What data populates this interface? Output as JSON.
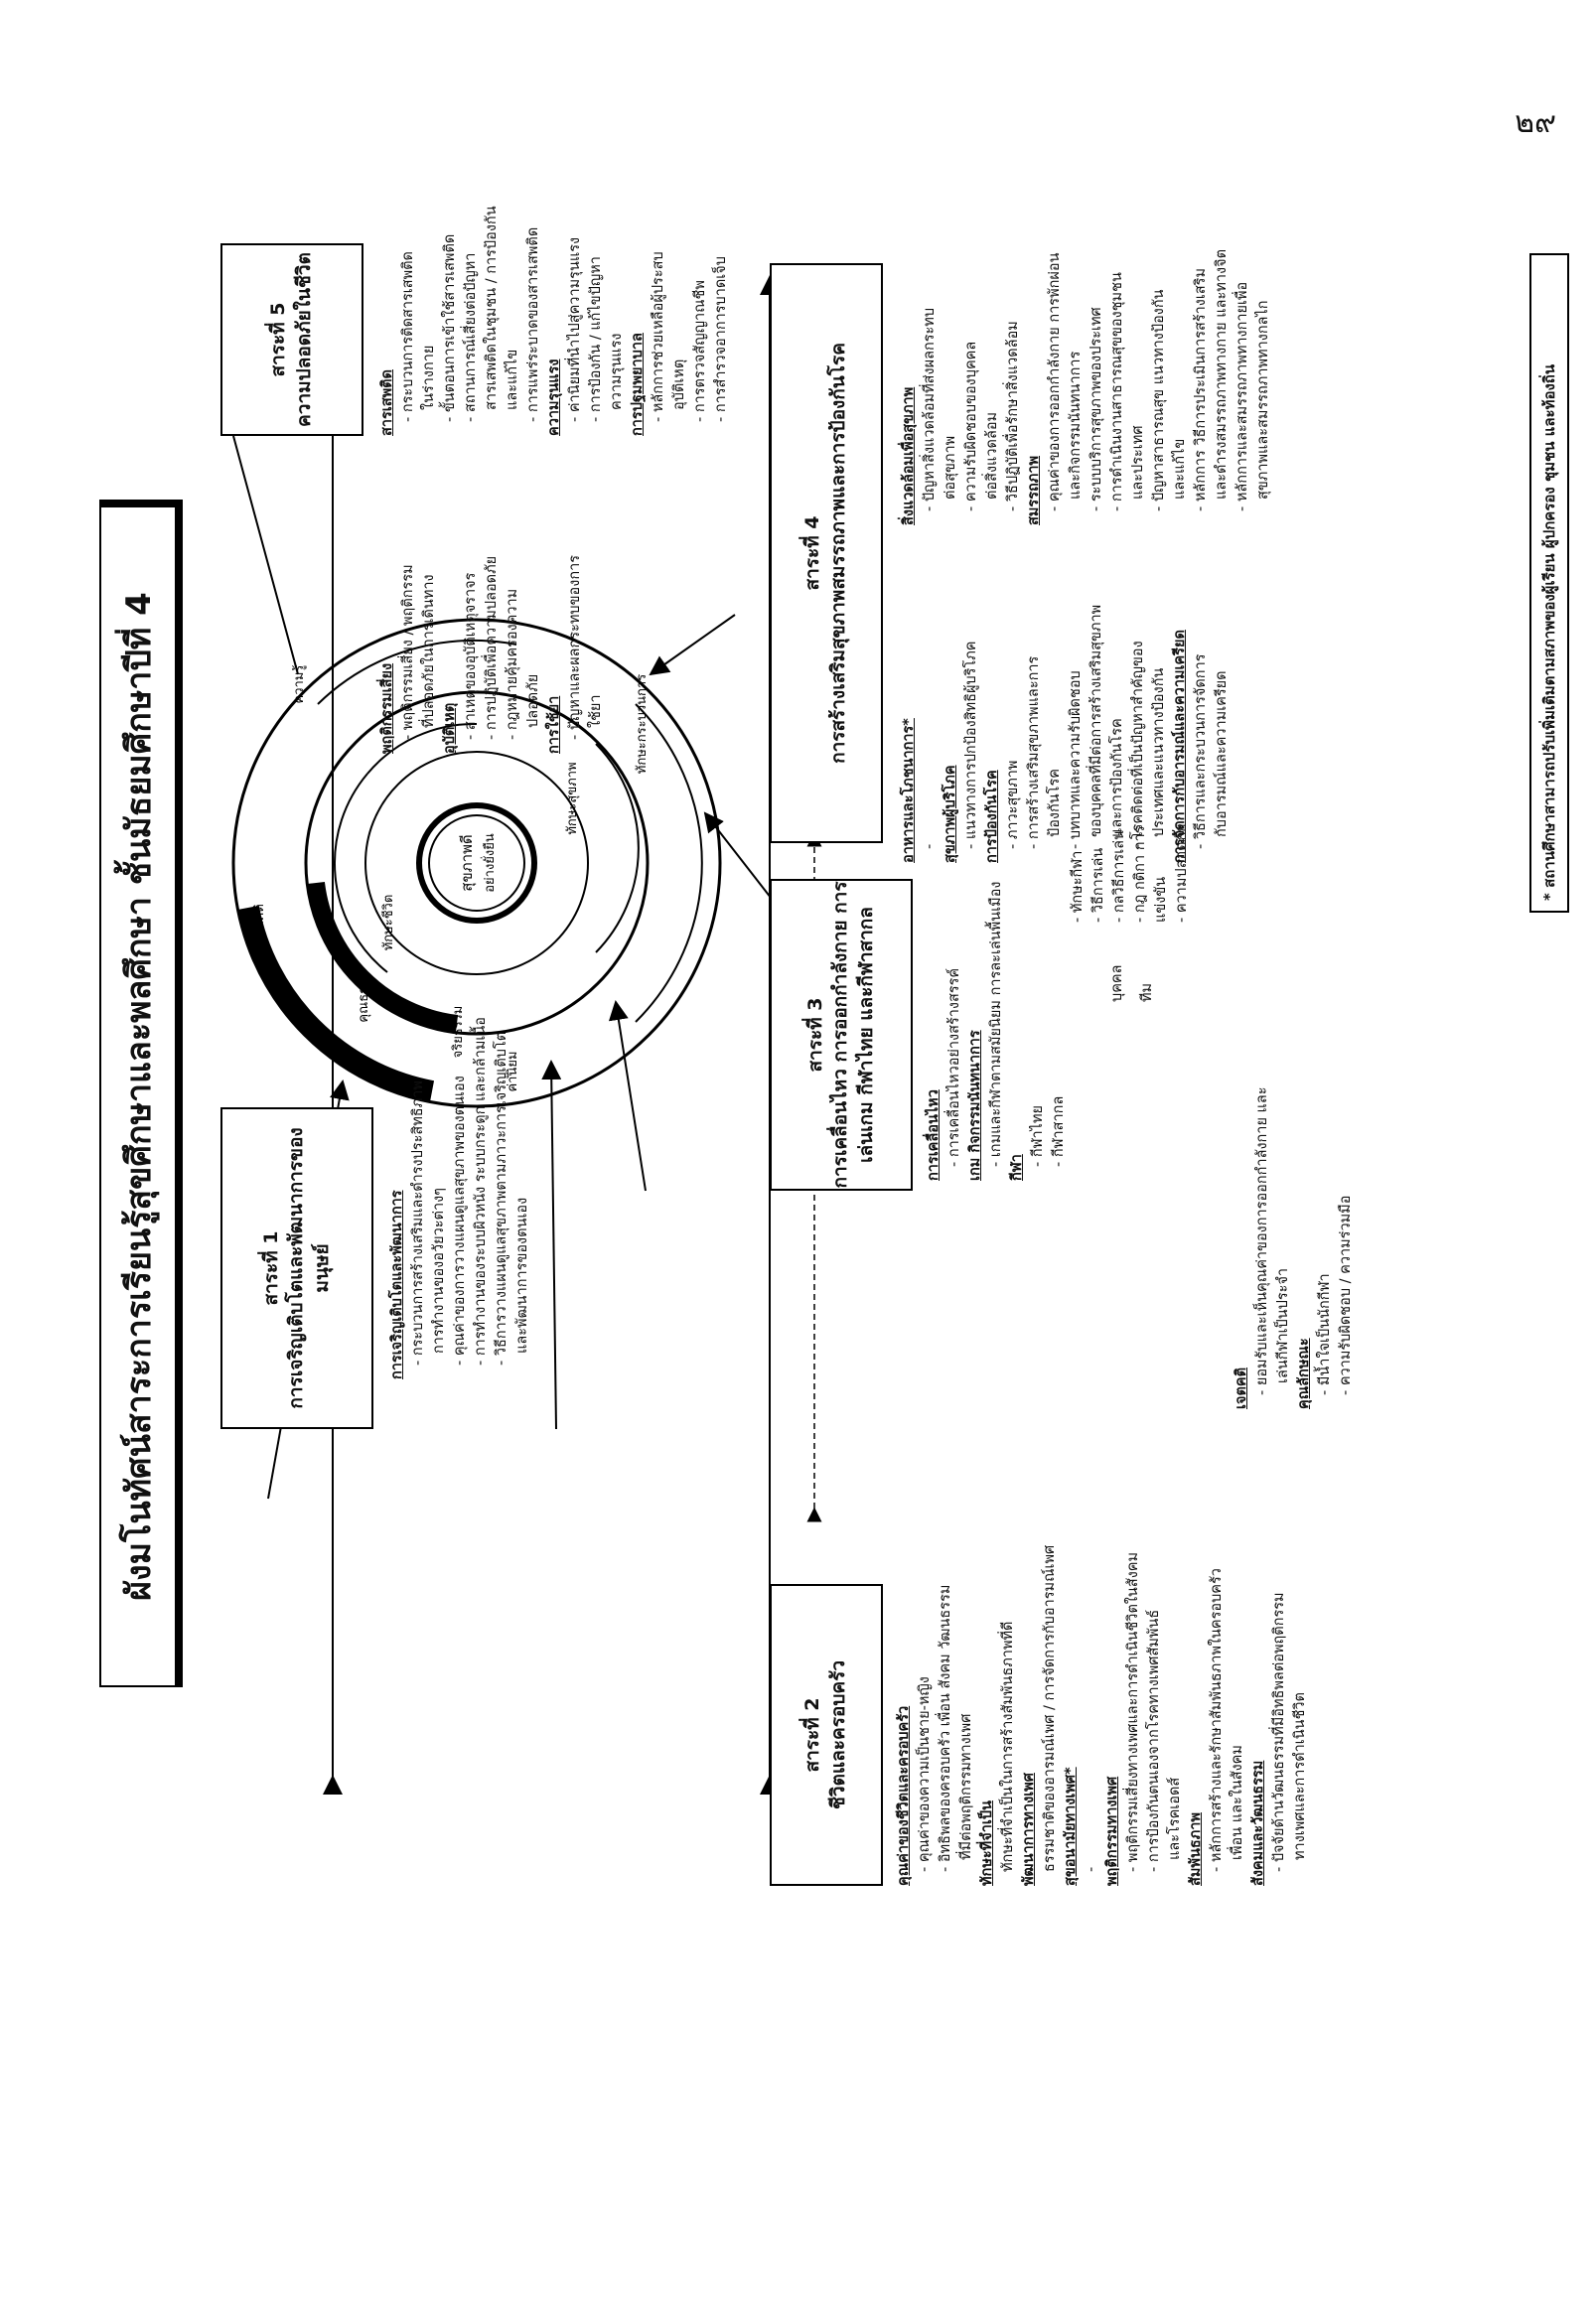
{
  "page_number": "๒๙",
  "title": "ผังมโนทัศน์สาระการเรียนรู้สุขศึกษาและพลศึกษา   ชั้นมัธยมศึกษาปีที่ 4",
  "center": {
    "core_l1": "สุขภาพดี",
    "core_l2": "อย่างยั่งยืน",
    "ring_inner": [
      "ทักษะชีวิต",
      "ทักษะสุขภาพ"
    ],
    "ring_mid": [
      "คุณธรรม",
      "จริยธรรม",
      "ทักษะกระบวนการ"
    ],
    "ring_outer": [
      "เจตคติ",
      "ค่านิยม",
      "ความรู้"
    ]
  },
  "strands": {
    "s1": {
      "num": "สาระที่ 1",
      "name": "การเจริญเติบโตและพัฒนาการของมนุษย์"
    },
    "s2": {
      "num": "สาระที่ 2",
      "name": "ชีวิตและครอบครัว"
    },
    "s3": {
      "num": "สาระที่ 3",
      "name": "การเคลื่อนไหว การออกกำลังกาย การเล่นเกม  กีฬาไทย  และกีฬาสากล"
    },
    "s4": {
      "num": "สาระที่ 4",
      "name": "การสร้างเสริมสุขภาพสมรรถภาพและการป้องกันโรค"
    },
    "s5": {
      "num": "สาระที่ 5",
      "name": "ความปลอดภัยในชีวิต"
    }
  },
  "lists": {
    "s1": [
      {
        "t": "h",
        "v": "การเจริญเติบโตและพัฒนาการ"
      },
      {
        "t": "i",
        "v": "- กระบวนการสร้างเสริมและดำรงประสิทธิภาพ"
      },
      {
        "t": "i2",
        "v": "การทำงานของอวัยวะต่างๆ"
      },
      {
        "t": "i",
        "v": "- คุณค่าของการวางแผนดูแลสุขภาพของตนเอง"
      },
      {
        "t": "i",
        "v": "- การทำงานของระบบผิวหนัง  ระบบกระดูก และกล้ามเนื้อ"
      },
      {
        "t": "i",
        "v": "- วิธีการวางแผนดูแลสุขภาพตามภาวะการเจริญเติบโต"
      },
      {
        "t": "i2",
        "v": "และพัฒนาการของตนเอง"
      }
    ],
    "s2": [
      {
        "t": "h",
        "v": "คุณค่าของชีวิตและครอบครัว"
      },
      {
        "t": "i",
        "v": "- คุณค่าของความเป็นชาย-หญิง"
      },
      {
        "t": "i",
        "v": "- อิทธิพลของครอบครัว เพื่อน สังคม วัฒนธรรม"
      },
      {
        "t": "i2",
        "v": "ที่มีต่อพฤติกรรมทางเพศ"
      },
      {
        "t": "h",
        "v": "ทักษะที่จำเป็น"
      },
      {
        "t": "i",
        "v": "ทักษะที่จำเป็นในการสร้างสัมพันธภาพที่ดี"
      },
      {
        "t": "h",
        "v": "พัฒนาการทางเพศ"
      },
      {
        "t": "i",
        "v": "ธรรมชาติของอารมณ์เพศ / การจัดการกับอารมณ์เพศ"
      },
      {
        "t": "h",
        "v": "สุขอนามัยทางเพศ*"
      },
      {
        "t": "i",
        "v": "-"
      },
      {
        "t": "h",
        "v": "พฤติกรรมทางเพศ"
      },
      {
        "t": "i",
        "v": "- พฤติกรรมเสี่ยงทางเพศและการดำเนินชีวิตในสังคม"
      },
      {
        "t": "i",
        "v": "- การป้องกันตนเองจากโรคทางเพศสัมพันธ์"
      },
      {
        "t": "i2",
        "v": "และโรคเอดส์"
      },
      {
        "t": "h",
        "v": "สัมพันธภาพ"
      },
      {
        "t": "i",
        "v": "- หลักการสร้างและรักษาสัมพันธภาพในครอบครัว"
      },
      {
        "t": "i2",
        "v": "เพื่อน และในสังคม"
      },
      {
        "t": "h",
        "v": "สังคมและวัฒนธรรม"
      },
      {
        "t": "i",
        "v": "- ปัจจัยด้านวัฒนธรรมที่มีอิทธิพลต่อพฤติกรรม"
      },
      {
        "t": "i2",
        "v": "ทางเพศและการดำเนินชีวิต"
      }
    ],
    "s3a": [
      {
        "t": "h",
        "v": "การเคลื่อนไหว"
      },
      {
        "t": "i",
        "v": "- การเคลื่อนไหวอย่างสร้างสรรค์"
      },
      {
        "t": "h",
        "v": "เกม กิจกรรมนันทนาการ"
      },
      {
        "t": "i",
        "v": "- เกมและกีฬาตามสมัยนิยม  การละเล่นพื้นเมือง"
      },
      {
        "t": "h",
        "v": "กีฬา"
      },
      {
        "t": "i",
        "v": "- กีฬาไทย"
      },
      {
        "t": "i",
        "v": "- กีฬาสากล"
      }
    ],
    "s3b": [
      {
        "t": "h",
        "v": "เจตคติ"
      },
      {
        "t": "i",
        "v": "- ยอมรับและเห็นคุณค่าของการออกกำลังกาย  และ"
      },
      {
        "t": "i2",
        "v": "เล่นกีฬาเป็นประจำ"
      },
      {
        "t": "h",
        "v": "คุณลักษณะ"
      },
      {
        "t": "i",
        "v": "- มีน้ำใจเป็นนักกีฬา"
      },
      {
        "t": "i",
        "v": "- ความรับผิดชอบ / ความร่วมมือ"
      }
    ],
    "sports": {
      "individual": "บุคคล",
      "team": "ทีม",
      "items": [
        "- ทักษะกีฬา",
        "- วิธีการเล่น",
        "- กลวิธีการเล่น",
        "- กฎ กติกา การแข่งขัน",
        "- ความปลอดภัย"
      ]
    },
    "s4a": [
      {
        "t": "h",
        "v": "อาหารและโภชนาการ*"
      },
      {
        "t": "i",
        "v": "-"
      },
      {
        "t": "h",
        "v": "สุขภาพผู้บริโภค"
      },
      {
        "t": "i",
        "v": "- แนวทางการปกป้องสิทธิผู้บริโภค"
      },
      {
        "t": "h",
        "v": "การป้องกันโรค"
      },
      {
        "t": "i",
        "v": "- ภาวะสุขภาพ"
      },
      {
        "t": "i",
        "v": "- การสร้างเสริมสุขภาพและการ"
      },
      {
        "t": "i2",
        "v": "ป้องกันโรค"
      },
      {
        "t": "i",
        "v": "- บทบาทและความรับผิดชอบ"
      },
      {
        "t": "i2",
        "v": "ของบุคคลที่มีต่อการสร้างเสริมสุขภาพ"
      },
      {
        "t": "i2",
        "v": "และการป้องกันโรค"
      },
      {
        "t": "i",
        "v": "- โรคติดต่อที่เป็นปัญหาสำคัญของ"
      },
      {
        "t": "i2",
        "v": "ประเทศและแนวทางป้องกัน"
      },
      {
        "t": "h",
        "v": "การจัดการกับอารมณ์และความเครียด"
      },
      {
        "t": "i",
        "v": "- วิธีการและกระบวนการจัดการ"
      },
      {
        "t": "i2",
        "v": "กับอารมณ์และความเครียด"
      }
    ],
    "s4b": [
      {
        "t": "h",
        "v": "สิ่งแวดล้อมเพื่อสุขภาพ"
      },
      {
        "t": "i",
        "v": "- ปัญหาสิ่งแวดล้อมที่ส่งผลกระทบ"
      },
      {
        "t": "i2",
        "v": "ต่อสุขภาพ"
      },
      {
        "t": "i",
        "v": "- ความรับผิดชอบของบุคคล"
      },
      {
        "t": "i2",
        "v": "ต่อสิ่งแวดล้อม"
      },
      {
        "t": "i",
        "v": "- วิธีปฏิบัติเพื่อรักษาสิ่งแวดล้อม"
      },
      {
        "t": "h",
        "v": "สมรรถภาพ"
      },
      {
        "t": "i",
        "v": "- คุณค่าของการออกกำลังกาย การพักผ่อน"
      },
      {
        "t": "i2",
        "v": "และกิจกรรมนันทนาการ"
      },
      {
        "t": "i",
        "v": "- ระบบบริการสุขภาพของประเทศ"
      },
      {
        "t": "i",
        "v": "- การดำเนินงานสาธารณสุขของชุมชน"
      },
      {
        "t": "i2",
        "v": "และประเทศ"
      },
      {
        "t": "i",
        "v": "- ปัญหาสาธารณสุข  แนวทางป้องกัน"
      },
      {
        "t": "i2",
        "v": "และแก้ไข"
      },
      {
        "t": "i",
        "v": "- หลักการ  วิธีการประเมินการสร้างเสริม"
      },
      {
        "t": "i2",
        "v": "และดำรงสมรรถภาพทางกาย และทางจิต"
      },
      {
        "t": "i",
        "v": "- หลักการและสมรรถภาพทางกายเพื่อ"
      },
      {
        "t": "i2",
        "v": "สุขภาพและสมรรถภาพทางกลไก"
      }
    ],
    "s5a": [
      {
        "t": "h",
        "v": "พฤติกรรมเสี่ยง"
      },
      {
        "t": "i",
        "v": "- พฤติกรรมเสี่ยง / พฤติกรรม"
      },
      {
        "t": "i2",
        "v": "ที่ปลอดภัยในการเดินทาง"
      },
      {
        "t": "h",
        "v": "อุบัติเหตุ"
      },
      {
        "t": "i",
        "v": "- สาเหตุของอุบัติเหตุจราจร"
      },
      {
        "t": "i",
        "v": "- การปฏิบัติเพื่อความปลอดภัย"
      },
      {
        "t": "i",
        "v": "- กฎหมายคุ้มครองความ"
      },
      {
        "t": "i2",
        "v": "ปลอดภัย"
      },
      {
        "t": "h",
        "v": "การใช้ยา"
      },
      {
        "t": "i",
        "v": "- ปัญหาและผลกระทบของการ"
      },
      {
        "t": "i2",
        "v": "ใช้ยา"
      }
    ],
    "s5b": [
      {
        "t": "h",
        "v": "สารเสพติด"
      },
      {
        "t": "i",
        "v": "- กระบวนการติดสารเสพติด"
      },
      {
        "t": "i2",
        "v": "ในร่างกาย"
      },
      {
        "t": "i",
        "v": "- ขั้นตอนการเข้าใช้สารเสพติด"
      },
      {
        "t": "i",
        "v": "- สถานการณ์เสี่ยงต่อปัญหา"
      },
      {
        "t": "i2",
        "v": "สารเสพติดในชุมชน / การป้องกัน"
      },
      {
        "t": "i2",
        "v": "และแก้ไข"
      },
      {
        "t": "i",
        "v": "- การแพร่ระบาดของสารเสพติด"
      },
      {
        "t": "h",
        "v": "ความรุนแรง"
      },
      {
        "t": "i",
        "v": "- ค่านิยมที่นำไปสู่ความรุนแรง"
      },
      {
        "t": "i",
        "v": "- การป้องกัน / แก้ไขปัญหา"
      },
      {
        "t": "i2",
        "v": "ความรุนแรง"
      },
      {
        "t": "h",
        "v": "การปฐมพยาบาล"
      },
      {
        "t": "i",
        "v": "- หลักการช่วยเหลือผู้ประสบ"
      },
      {
        "t": "i2",
        "v": "อุบัติเหตุ"
      },
      {
        "t": "i",
        "v": "- การตรวจสัญญาณชีพ"
      },
      {
        "t": "i",
        "v": "- การสำรวจอาการบาดเจ็บ"
      }
    ]
  },
  "footnote": "* สถานศึกษาสามารถปรับเพิ่มเติมตามสภาพของผู้เรียน  ผู้ปกครอง  ชุมชน  และท้องถิ่น"
}
